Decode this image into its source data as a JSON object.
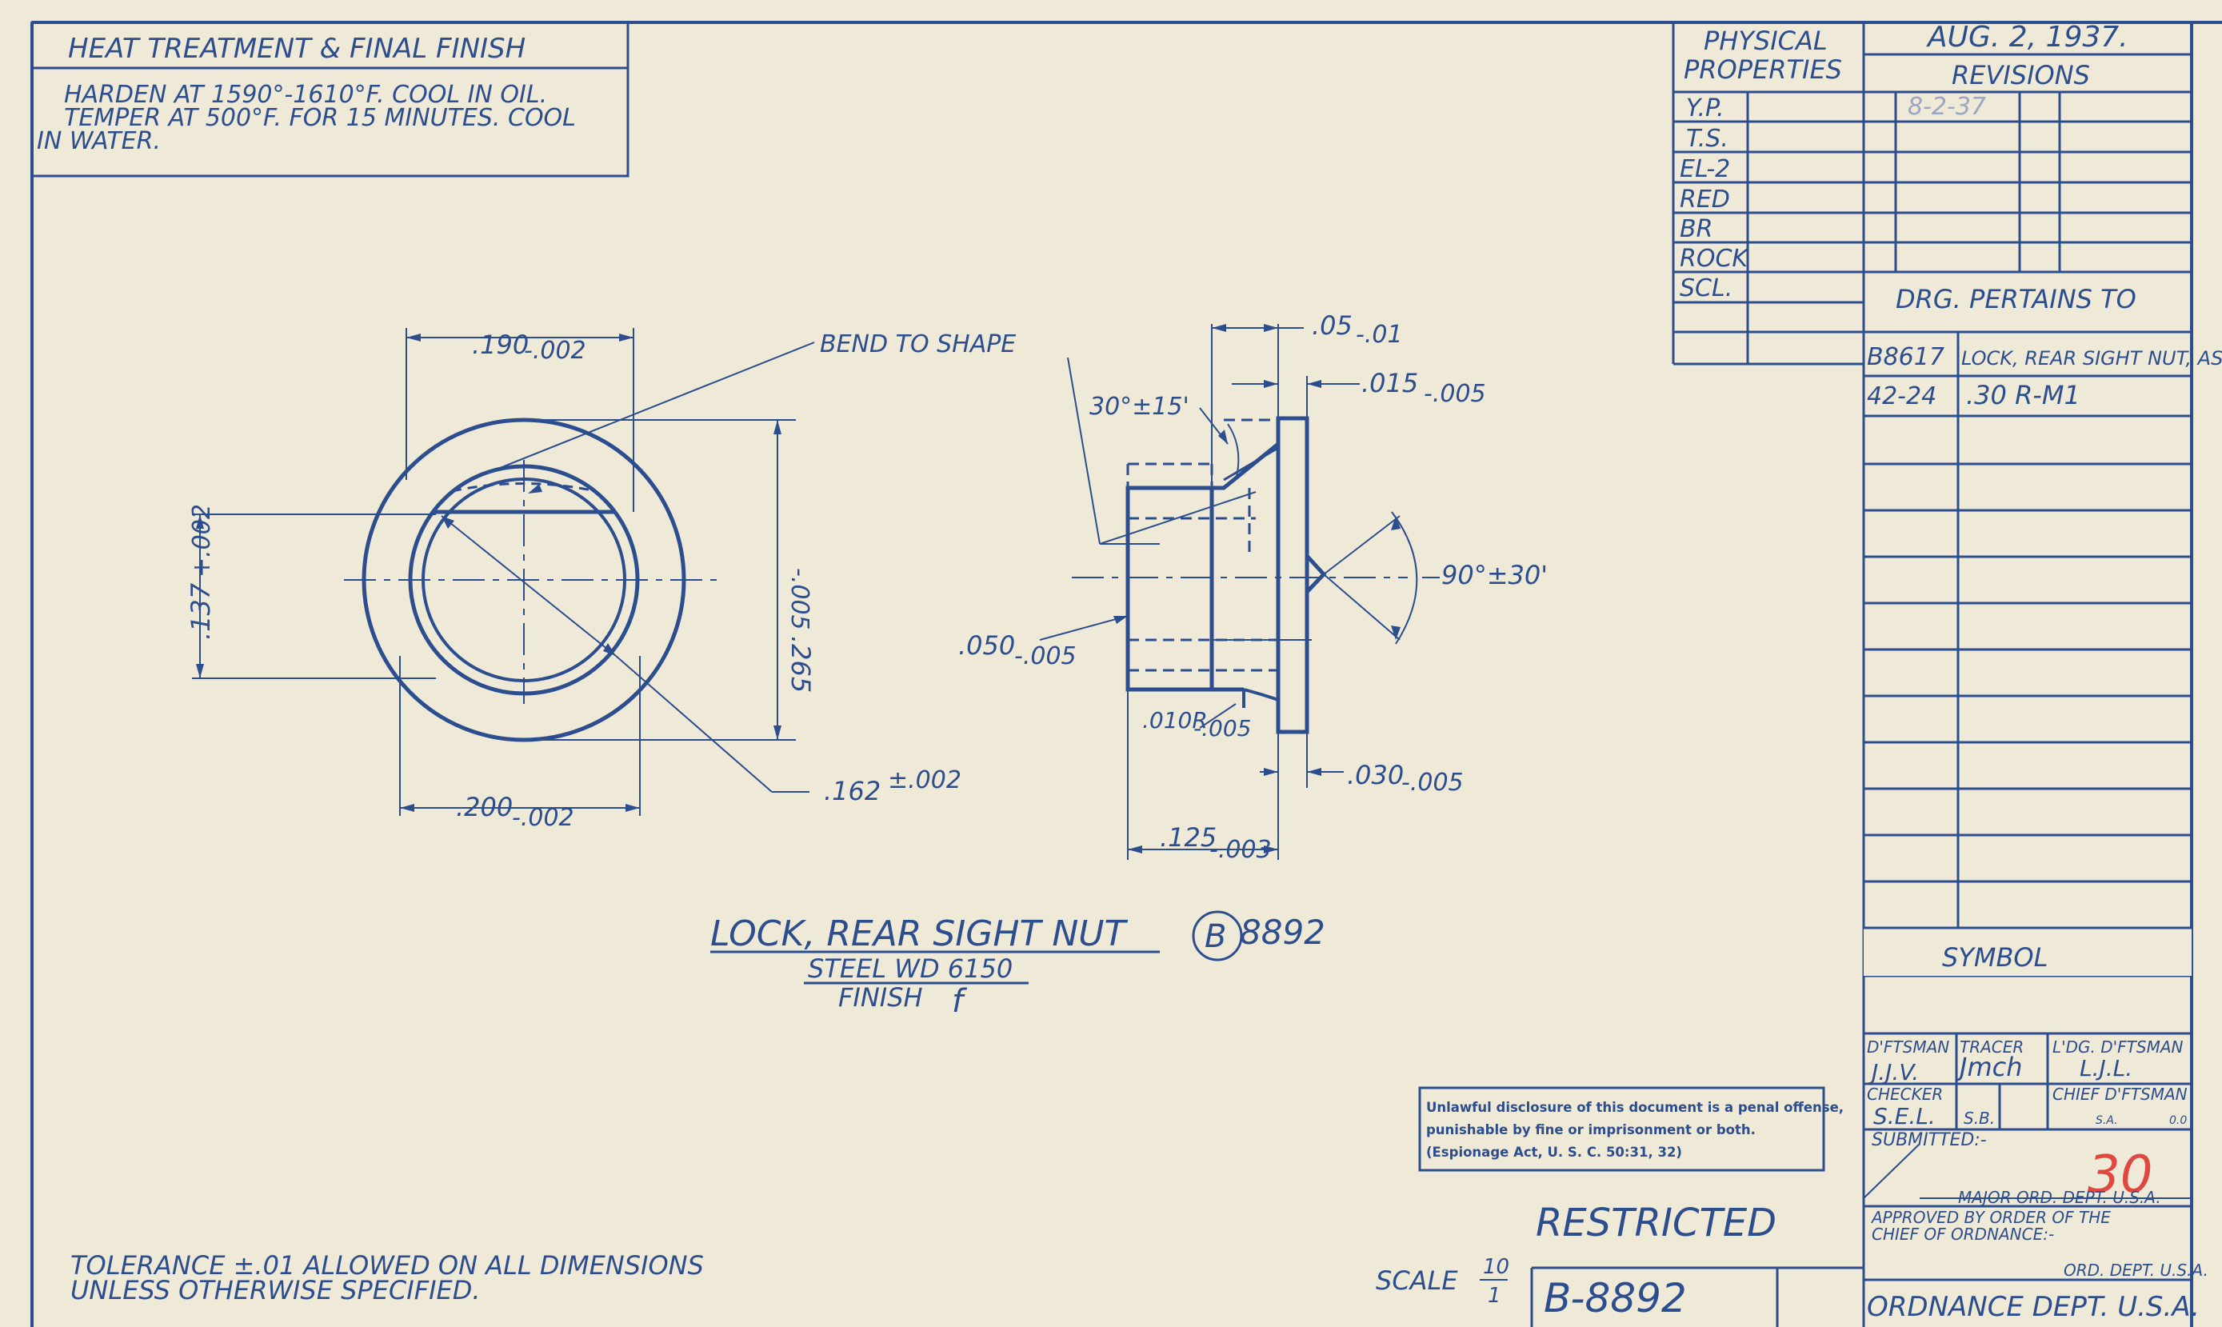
{
  "heat_treatment": {
    "title": "HEAT TREATMENT & FINAL FINISH",
    "line1": "HARDEN AT 1590°-1610°F. COOL IN OIL.",
    "line2": "TEMPER AT 500°F. FOR 15 MINUTES. COOL",
    "line3": "IN WATER."
  },
  "physical_properties": {
    "title1": "PHYSICAL",
    "title2": "PROPERTIES",
    "rows": [
      "Y.P.",
      "T.S.",
      "EL-2",
      "RED",
      "BR",
      "ROCK",
      "SCL."
    ]
  },
  "revisions": {
    "date": "AUG. 2, 1937.",
    "title": "REVISIONS",
    "entry": "8-2-37"
  },
  "pertains": {
    "title": "DRG. PERTAINS TO",
    "row1_code": "B8617",
    "row1_desc": "LOCK, REAR SIGHT NUT, ASM.",
    "row2_code": "42-24",
    "row2_desc": ".30 R-M1"
  },
  "symbol_label": "SYMBOL",
  "signatures": {
    "draftsman": "D'FTSMAN",
    "tracer": "TRACER",
    "leading_draftsman": "L'DG. D'FTSMAN",
    "checker": "CHECKER",
    "chief_draftsman": "CHIEF D'FTSMAN",
    "submitted": "SUBMITTED:-",
    "major": "MAJOR ORD. DEPT. U.S.A.",
    "approved1": "APPROVED BY ORDER OF THE",
    "approved2": "CHIEF OF ORDNANCE:-",
    "ord_dept": "ORD. DEPT. U.S.A.",
    "ordnance": "ORDNANCE DEPT. U.S.A.",
    "sig_dftsman": "J.J.V.",
    "sig_tracer": "Jmch",
    "sig_ldg": "L.J.L.",
    "sig_checker": "S.E.L.",
    "sig_checker2": "S.B.",
    "sig_chief1": "S.A.",
    "sig_chief2": "0.0",
    "page_number": "30"
  },
  "warning": {
    "line1": "Unlawful disclosure of this document is a penal offense,",
    "line2": "punishable by fine or imprisonment or both.",
    "line3": "(Espionage Act, U. S. C. 50:31, 32)"
  },
  "restricted": "RESTRICTED",
  "scale": {
    "label": "SCALE",
    "num": "10",
    "den": "1"
  },
  "drawing_number": "B-8892",
  "part": {
    "title": "LOCK, REAR SIGHT NUT",
    "circle_letter": "B",
    "number": "8892",
    "material": "STEEL WD 6150",
    "finish": "FINISH",
    "finish_letter": "f"
  },
  "tolerance": {
    "line1": "TOLERANCE ±.01 ALLOWED ON ALL DIMENSIONS",
    "line2": "UNLESS OTHERWISE SPECIFIED."
  },
  "dimensions": {
    "top_width": ".190",
    "top_width_tol": "-.002",
    "bottom_width": ".200",
    "bottom_width_tol": "-.002",
    "left_height": ".137",
    "left_height_tol": "+.002",
    "right_height": ".265",
    "right_height_tol": "-.005",
    "inner_dia": ".162",
    "inner_dia_tol": "±.002",
    "bend_note": "BEND TO SHAPE",
    "flange_top": ".05",
    "flange_top_tol": "-.01",
    "flange_thick": ".015",
    "flange_thick_tol": "-.005",
    "bend_angle": "30°±15'",
    "vee_angle": "90°±30'",
    "shank": ".050",
    "shank_tol": "-.005",
    "radius": ".010R",
    "radius_tol": "-.005",
    "bottom_flange": ".030",
    "bottom_flange_tol": "-.005",
    "overall": ".125",
    "overall_tol": "-.003"
  }
}
